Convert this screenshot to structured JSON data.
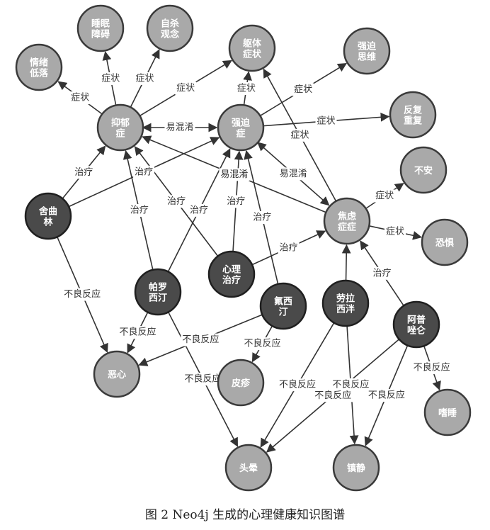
{
  "caption": "图 2   Neo4j 生成的心理健康知识图谱",
  "nodes": [
    {
      "id": "qingxu",
      "lines": [
        "情绪",
        "低落"
      ],
      "kind": "light"
    },
    {
      "id": "shuimian",
      "lines": [
        "睡眠",
        "障碍"
      ],
      "kind": "light"
    },
    {
      "id": "zisha",
      "lines": [
        "自杀",
        "观念"
      ],
      "kind": "light"
    },
    {
      "id": "quti",
      "lines": [
        "躯体",
        "症状"
      ],
      "kind": "light"
    },
    {
      "id": "qiangposiwei",
      "lines": [
        "强迫",
        "思维"
      ],
      "kind": "light"
    },
    {
      "id": "fanfu",
      "lines": [
        "反复",
        "重复"
      ],
      "kind": "light"
    },
    {
      "id": "yiyu",
      "lines": [
        "抑郁",
        "症"
      ],
      "kind": "light"
    },
    {
      "id": "qiangpo",
      "lines": [
        "强迫",
        "症"
      ],
      "kind": "light"
    },
    {
      "id": "buan",
      "lines": [
        "不安"
      ],
      "kind": "light"
    },
    {
      "id": "hanqulin",
      "lines": [
        "舍曲",
        "林"
      ],
      "kind": "dark"
    },
    {
      "id": "jiaolv",
      "lines": [
        "焦虑",
        "症症"
      ],
      "kind": "light"
    },
    {
      "id": "kongju",
      "lines": [
        "恐惧"
      ],
      "kind": "light"
    },
    {
      "id": "xinli",
      "lines": [
        "心理",
        "治疗"
      ],
      "kind": "dark"
    },
    {
      "id": "paluo",
      "lines": [
        "帕罗",
        "西汀"
      ],
      "kind": "dark"
    },
    {
      "id": "fuxi",
      "lines": [
        "氟西",
        "汀"
      ],
      "kind": "dark"
    },
    {
      "id": "laola",
      "lines": [
        "劳拉",
        "西泮"
      ],
      "kind": "dark"
    },
    {
      "id": "apu",
      "lines": [
        "阿普",
        "唑仑"
      ],
      "kind": "dark"
    },
    {
      "id": "exin",
      "lines": [
        "恶心"
      ],
      "kind": "light"
    },
    {
      "id": "pizhen",
      "lines": [
        "皮疹"
      ],
      "kind": "light"
    },
    {
      "id": "shishui",
      "lines": [
        "嗜睡"
      ],
      "kind": "light"
    },
    {
      "id": "touyun",
      "lines": [
        "头晕"
      ],
      "kind": "light"
    },
    {
      "id": "zhenjing",
      "lines": [
        "镇静"
      ],
      "kind": "light"
    }
  ],
  "edges": [
    {
      "from": "yiyu",
      "to": "qingxu",
      "label": "症状"
    },
    {
      "from": "yiyu",
      "to": "shuimian",
      "label": "症状"
    },
    {
      "from": "yiyu",
      "to": "zisha",
      "label": "症状"
    },
    {
      "from": "yiyu",
      "to": "quti",
      "label": "症状"
    },
    {
      "from": "yiyu",
      "to": "qiangpo",
      "label": "易混淆",
      "both": true
    },
    {
      "from": "qiangpo",
      "to": "quti",
      "label": "症状"
    },
    {
      "from": "qiangpo",
      "to": "qiangposiwei",
      "label": "症状"
    },
    {
      "from": "qiangpo",
      "to": "fanfu",
      "label": "症状"
    },
    {
      "from": "qiangpo",
      "to": "jiaolv",
      "label": "易混淆",
      "both": true
    },
    {
      "from": "jiaolv",
      "to": "yiyu",
      "label": "易混淆"
    },
    {
      "from": "jiaolv",
      "to": "quti",
      "label": "症状"
    },
    {
      "from": "jiaolv",
      "to": "buan",
      "label": "症状"
    },
    {
      "from": "jiaolv",
      "to": "kongju",
      "label": "症状"
    },
    {
      "from": "hanqulin",
      "to": "yiyu",
      "label": "治疗"
    },
    {
      "from": "hanqulin",
      "to": "qiangpo",
      "label": "治疗"
    },
    {
      "from": "hanqulin",
      "to": "exin",
      "label": "不良反应"
    },
    {
      "from": "paluo",
      "to": "yiyu",
      "label": "治疗"
    },
    {
      "from": "paluo",
      "to": "qiangpo",
      "label": "治疗"
    },
    {
      "from": "paluo",
      "to": "exin",
      "label": "不良反应"
    },
    {
      "from": "paluo",
      "to": "touyun",
      "label": "不良反应"
    },
    {
      "from": "xinli",
      "to": "yiyu",
      "label": "治疗"
    },
    {
      "from": "xinli",
      "to": "qiangpo",
      "label": "治疗"
    },
    {
      "from": "xinli",
      "to": "jiaolv",
      "label": "治疗"
    },
    {
      "from": "fuxi",
      "to": "qiangpo",
      "label": "治疗"
    },
    {
      "from": "fuxi",
      "to": "exin",
      "label": "不良反应"
    },
    {
      "from": "fuxi",
      "to": "pizhen",
      "label": "不良反应"
    },
    {
      "from": "laola",
      "to": "jiaolv",
      "label": ""
    },
    {
      "from": "laola",
      "to": "touyun",
      "label": "不良反应"
    },
    {
      "from": "laola",
      "to": "zhenjing",
      "label": "不良反应"
    },
    {
      "from": "apu",
      "to": "jiaolv",
      "label": "治疗"
    },
    {
      "from": "apu",
      "to": "touyun",
      "label": "不良反应"
    },
    {
      "from": "apu",
      "to": "zhenjing",
      "label": "不良反应"
    },
    {
      "from": "apu",
      "to": "shishui",
      "label": "不良反应"
    }
  ]
}
